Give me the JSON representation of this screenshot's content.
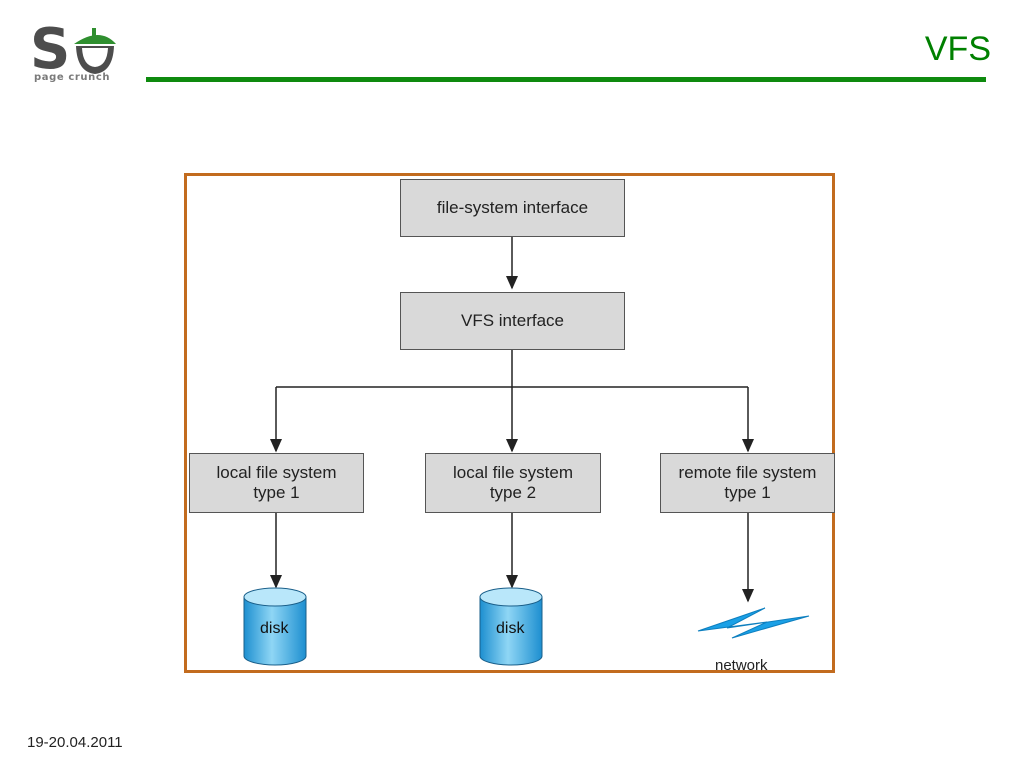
{
  "logo": {
    "caption": "page crunch"
  },
  "slide": {
    "title": "VFS",
    "footer_date": "19-20.04.2011"
  },
  "diagram": {
    "fs_interface": "file-system interface",
    "vfs_interface": "VFS interface",
    "local1": "local file system\ntype 1",
    "local2": "local file system\ntype 2",
    "remote1": "remote file system\ntype 1",
    "disk1": "disk",
    "disk2": "disk",
    "network": "network"
  },
  "colors": {
    "title": "#008000",
    "rule": "#0e8a0e",
    "frame": "#c26b1e",
    "box_fill": "#d9d9d9",
    "disk_fill": "#3aa9e0",
    "network_fill": "#1aa0e6"
  }
}
